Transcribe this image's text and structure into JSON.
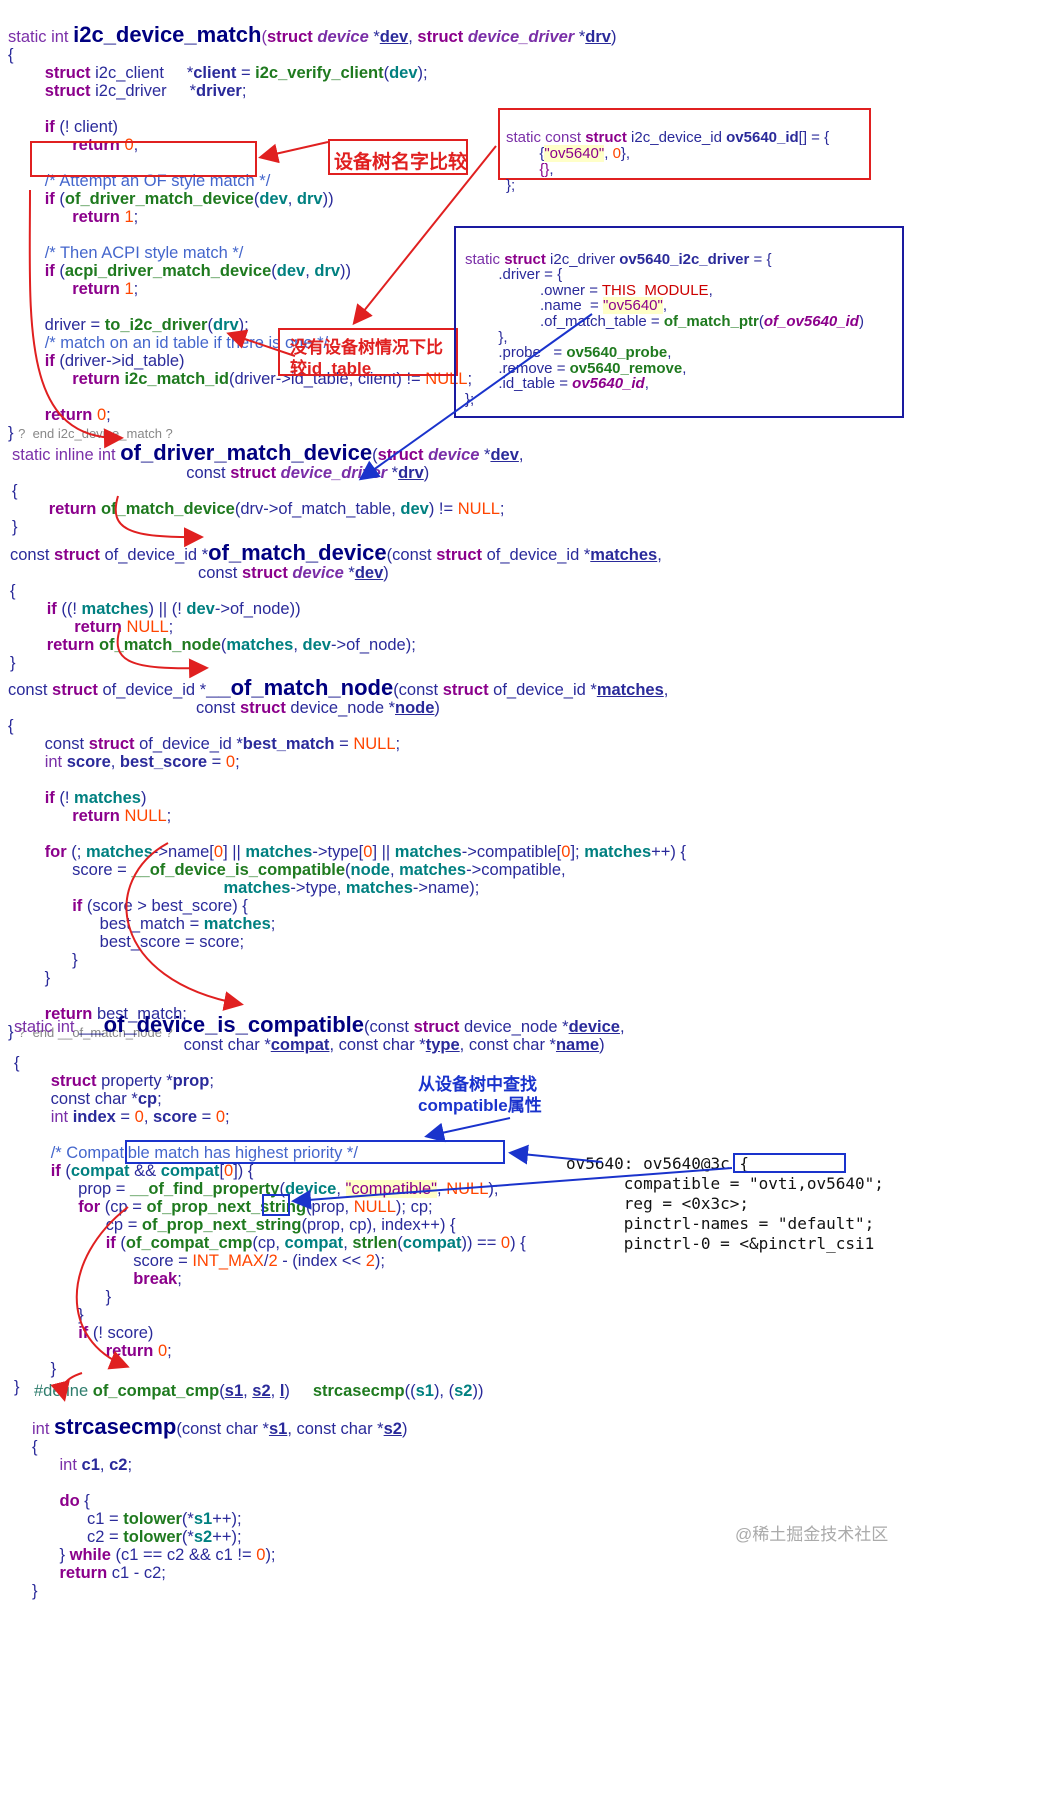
{
  "code_blocks": {
    "i2c_match": [
      "static int i2c_device_match(struct device *dev, struct device_driver *drv)",
      "{",
      "        struct i2c_client     *client = i2c_verify_client(dev);",
      "        struct i2c_driver     *driver;",
      "",
      "        if (! client)",
      "              return 0;",
      "",
      "        /* Attempt an OF style match */",
      "        if (of_driver_match_device(dev, drv))",
      "              return 1;",
      "",
      "        /* Then ACPI style match */",
      "        if (acpi_driver_match_device(dev, drv))",
      "              return 1;",
      "",
      "        driver = to_i2c_driver(drv);",
      "        /* match on an id table if there is one */",
      "        if (driver->id_table)",
      "              return i2c_match_id(driver->id_table, client) != NULL;",
      "",
      "        return 0;",
      "} ?  end i2c_device_match ?"
    ],
    "id_table": [
      "static const struct i2c_device_id ov5640_id[] = {",
      "        {\"ov5640\", 0},",
      "        {},",
      "};"
    ],
    "i2c_driver": [
      "static struct i2c_driver ov5640_i2c_driver = {",
      "        .driver = {",
      "                  .owner = THIS_MODULE,",
      "                  .name  = \"ov5640\",",
      "                  .of_match_table = of_match_ptr(of_ov5640_id)",
      "        },",
      "        .probe   = ov5640_probe,",
      "        .remove = ov5640_remove,",
      "        .id_table = ov5640_id,",
      "};"
    ],
    "of_driver_match": [
      "static inline int of_driver_match_device(struct device *dev,",
      "                                       const struct device_driver *drv)",
      "{",
      "        return of_match_device(drv->of_match_table, dev) != NULL;",
      "}"
    ],
    "of_match_device": [
      "const struct of_device_id *of_match_device(const struct of_device_id *matches,",
      "                                          const struct device *dev)",
      "{",
      "        if ((! matches) || (! dev->of_node))",
      "              return NULL;",
      "        return of_match_node(matches, dev->of_node);",
      "}"
    ],
    "of_match_node": [
      "const struct of_device_id *__of_match_node(const struct of_device_id *matches,",
      "                                          const struct device_node *node)",
      "{",
      "        const struct of_device_id *best_match = NULL;",
      "        int score, best_score = 0;",
      "",
      "        if (! matches)",
      "              return NULL;",
      "",
      "        for (; matches->name[0] || matches->type[0] || matches->compatible[0]; matches++) {",
      "              score = __of_device_is_compatible(node, matches->compatible,",
      "                                                matches->type, matches->name);",
      "              if (score > best_score) {",
      "                    best_match = matches;",
      "                    best_score = score;",
      "              }",
      "        }",
      "",
      "        return best_match;",
      "} ?  end __of_match_node ?"
    ],
    "is_compatible": [
      "static int __of_device_is_compatible(const struct device_node *device,",
      "                                       const char *compat, const char *type, const char *name)",
      "{",
      "        struct property *prop;",
      "        const char *cp;",
      "        int index = 0, score = 0;",
      "",
      "        /* Compatible match has highest priority */",
      "        if (compat && compat[0]) {",
      "              prop = __of_find_property(device, \"compatible\", NULL);",
      "              for (cp = of_prop_next_string(prop, NULL); cp;",
      "                    cp = of_prop_next_string(prop, cp), index++) {",
      "                    if (of_compat_cmp(cp, compat, strlen(compat)) == 0) {",
      "                          score = INT_MAX/2 - (index << 2);",
      "                          break;",
      "                    }",
      "              }",
      "              if (! score)",
      "                    return 0;",
      "        }",
      "}"
    ],
    "define_line": "#define of_compat_cmp(s1, s2, l)     strcasecmp((s1), (s2))",
    "strcasecmp": [
      "int strcasecmp(const char *s1, const char *s2)",
      "{",
      "      int c1, c2;",
      "",
      "      do {",
      "            c1 = tolower(*s1++);",
      "            c2 = tolower(*s2++);",
      "      } while (c1 == c2 && c1 != 0);",
      "      return c1 - c2;",
      "}"
    ],
    "dts": [
      "ov5640: ov5640@3c {",
      "      compatible = \"ovti,ov5640\";",
      "      reg = <0x3c>;",
      "      pinctrl-names = \"default\";",
      "      pinctrl-0 = <&pinctrl_csi1"
    ]
  },
  "annotations": {
    "dt_name_compare": "设备树名字比较",
    "no_dt_line1": "没有设备树情况下比",
    "no_dt_line2": "较id_table",
    "find_line1": "从设备树中查找",
    "find_line2": "compatible属性"
  },
  "watermark": "@稀土掘金技术社区",
  "colors": {
    "annotation_red": "#e02020",
    "annotation_blue": "#1a33cc",
    "keyword": "#8b008b",
    "function": "#1f7a1f",
    "identifier": "#2a2a9a"
  }
}
